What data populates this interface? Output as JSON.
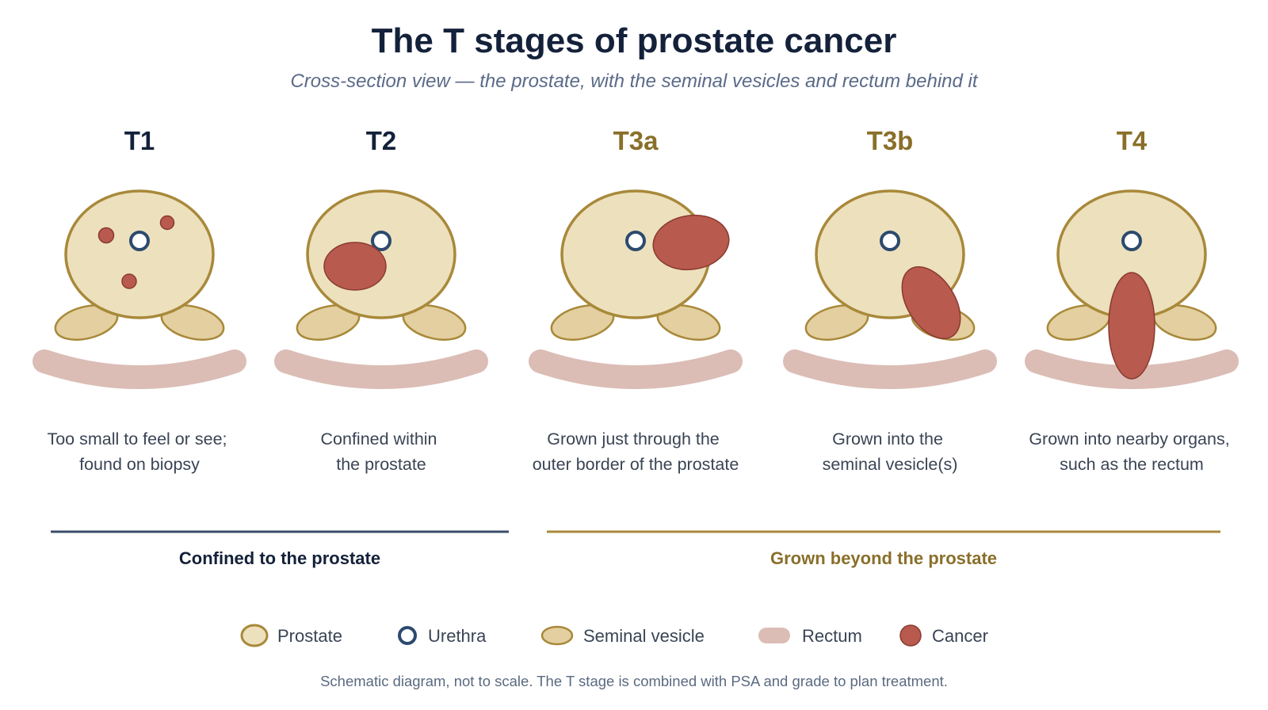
{
  "title": "The T stages of prostate cancer",
  "subtitle": "Cross-section view — the prostate, with the seminal vesicles and rectum behind it",
  "colors": {
    "prostate_fill": "#ede0bd",
    "prostate_stroke": "#a8893a",
    "urethra_fill": "#ffffff",
    "urethra_stroke": "#2c4a6e",
    "vesicle_fill": "#e3cf9f",
    "vesicle_stroke": "#a8893a",
    "rectum": "#dbbdb6",
    "cancer_fill": "#b85a4e",
    "cancer_stroke": "#8a3a30",
    "confined_color": "#14213a",
    "beyond_color": "#8a6f2a"
  },
  "stages": [
    {
      "label": "T1",
      "group": "confined",
      "description": [
        "Too small to feel or see;",
        "found on biopsy"
      ]
    },
    {
      "label": "T2",
      "group": "confined",
      "description": [
        "Confined within",
        "the prostate"
      ]
    },
    {
      "label": "T3a",
      "group": "beyond",
      "description": [
        "Grown just through the",
        "outer border of the prostate"
      ]
    },
    {
      "label": "T3b",
      "group": "beyond",
      "description": [
        "Grown into the",
        "seminal vesicle(s)"
      ]
    },
    {
      "label": "T4",
      "group": "beyond",
      "description": [
        "Grown into nearby organs,",
        "such as the rectum"
      ]
    }
  ],
  "groups": {
    "confined": {
      "label": "Confined to the prostate",
      "color": "#3b4d6b"
    },
    "beyond": {
      "label": "Grown beyond the prostate",
      "color": "#a8893a"
    }
  },
  "legend": [
    {
      "label": "Prostate",
      "icon": "prostate-swatch-icon"
    },
    {
      "label": "Urethra",
      "icon": "urethra-swatch-icon"
    },
    {
      "label": "Seminal vesicle",
      "icon": "seminal-vesicle-swatch-icon"
    },
    {
      "label": "Rectum",
      "icon": "rectum-swatch-icon"
    },
    {
      "label": "Cancer",
      "icon": "cancer-swatch-icon"
    }
  ],
  "footnote": "Schematic diagram, not to scale. The T stage is combined with PSA and grade to plan treatment."
}
